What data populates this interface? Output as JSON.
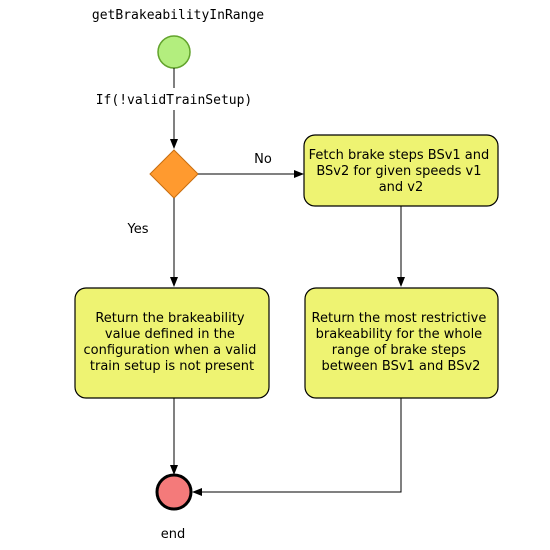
{
  "diagram": {
    "title": "getBrakeabilityInRange",
    "guard_label": "If(!validTrainSetup)",
    "no_label": "No",
    "yes_label": "Yes",
    "end_label": "end",
    "nodes": {
      "fetch": {
        "lines": [
          "Fetch brake steps BSv1 and",
          "BSv2 for given speeds v1",
          "and v2"
        ]
      },
      "return_config": {
        "lines": [
          "Return the brakeability",
          "value defined in the",
          "configuration when a valid",
          "train setup is not present"
        ]
      },
      "return_restrictive": {
        "lines": [
          "Return the most restrictive",
          "brakeability for the whole",
          "range of brake steps",
          "between BSv1 and BSv2"
        ]
      }
    },
    "colors": {
      "start_fill": "#b3ee7e",
      "start_stroke": "#62a32c",
      "decision_fill": "#ff9a2f",
      "decision_stroke": "#c96d0e",
      "action_fill": "#eef372",
      "action_stroke": "#000000",
      "end_fill": "#f47a7a",
      "end_stroke": "#000000"
    }
  }
}
